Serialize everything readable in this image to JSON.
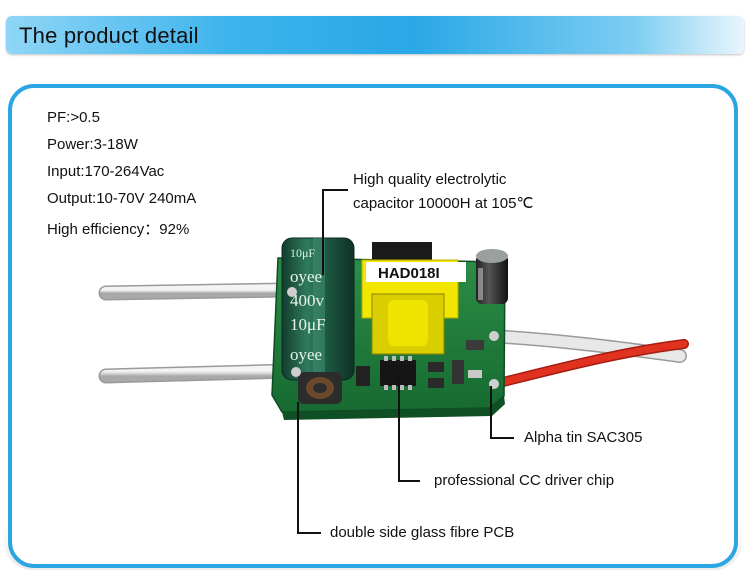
{
  "header": {
    "title": "The product detail"
  },
  "specs": [
    "PF:>0.5",
    "Power:3-18W",
    "Input:170-264Vac",
    "Output:10-70V  240mA",
    "High efficiency：92%"
  ],
  "product": {
    "capacitor_text_1": "10μF",
    "capacitor_brand": "oyee",
    "capacitor_voltage": "400v",
    "capacitor_text_2": "10μF",
    "capacitor_brand_2": "oyee",
    "transformer_label": "HAD018I"
  },
  "callouts": {
    "capacitor_line1": "High quality electrolytic",
    "capacitor_line2": "capacitor 10000H at 105℃",
    "tin": "Alpha tin SAC305",
    "chip": "professional CC driver chip",
    "pcb": "double side glass fibre PCB"
  },
  "colors": {
    "header_accent": "#2aa7e6",
    "frame_border": "#2ba6e2",
    "pcb_green": "#1f7a3a",
    "capacitor_green": "#1d5a44",
    "transformer_yellow": "#f2e600",
    "wire_red": "#e0321f"
  }
}
